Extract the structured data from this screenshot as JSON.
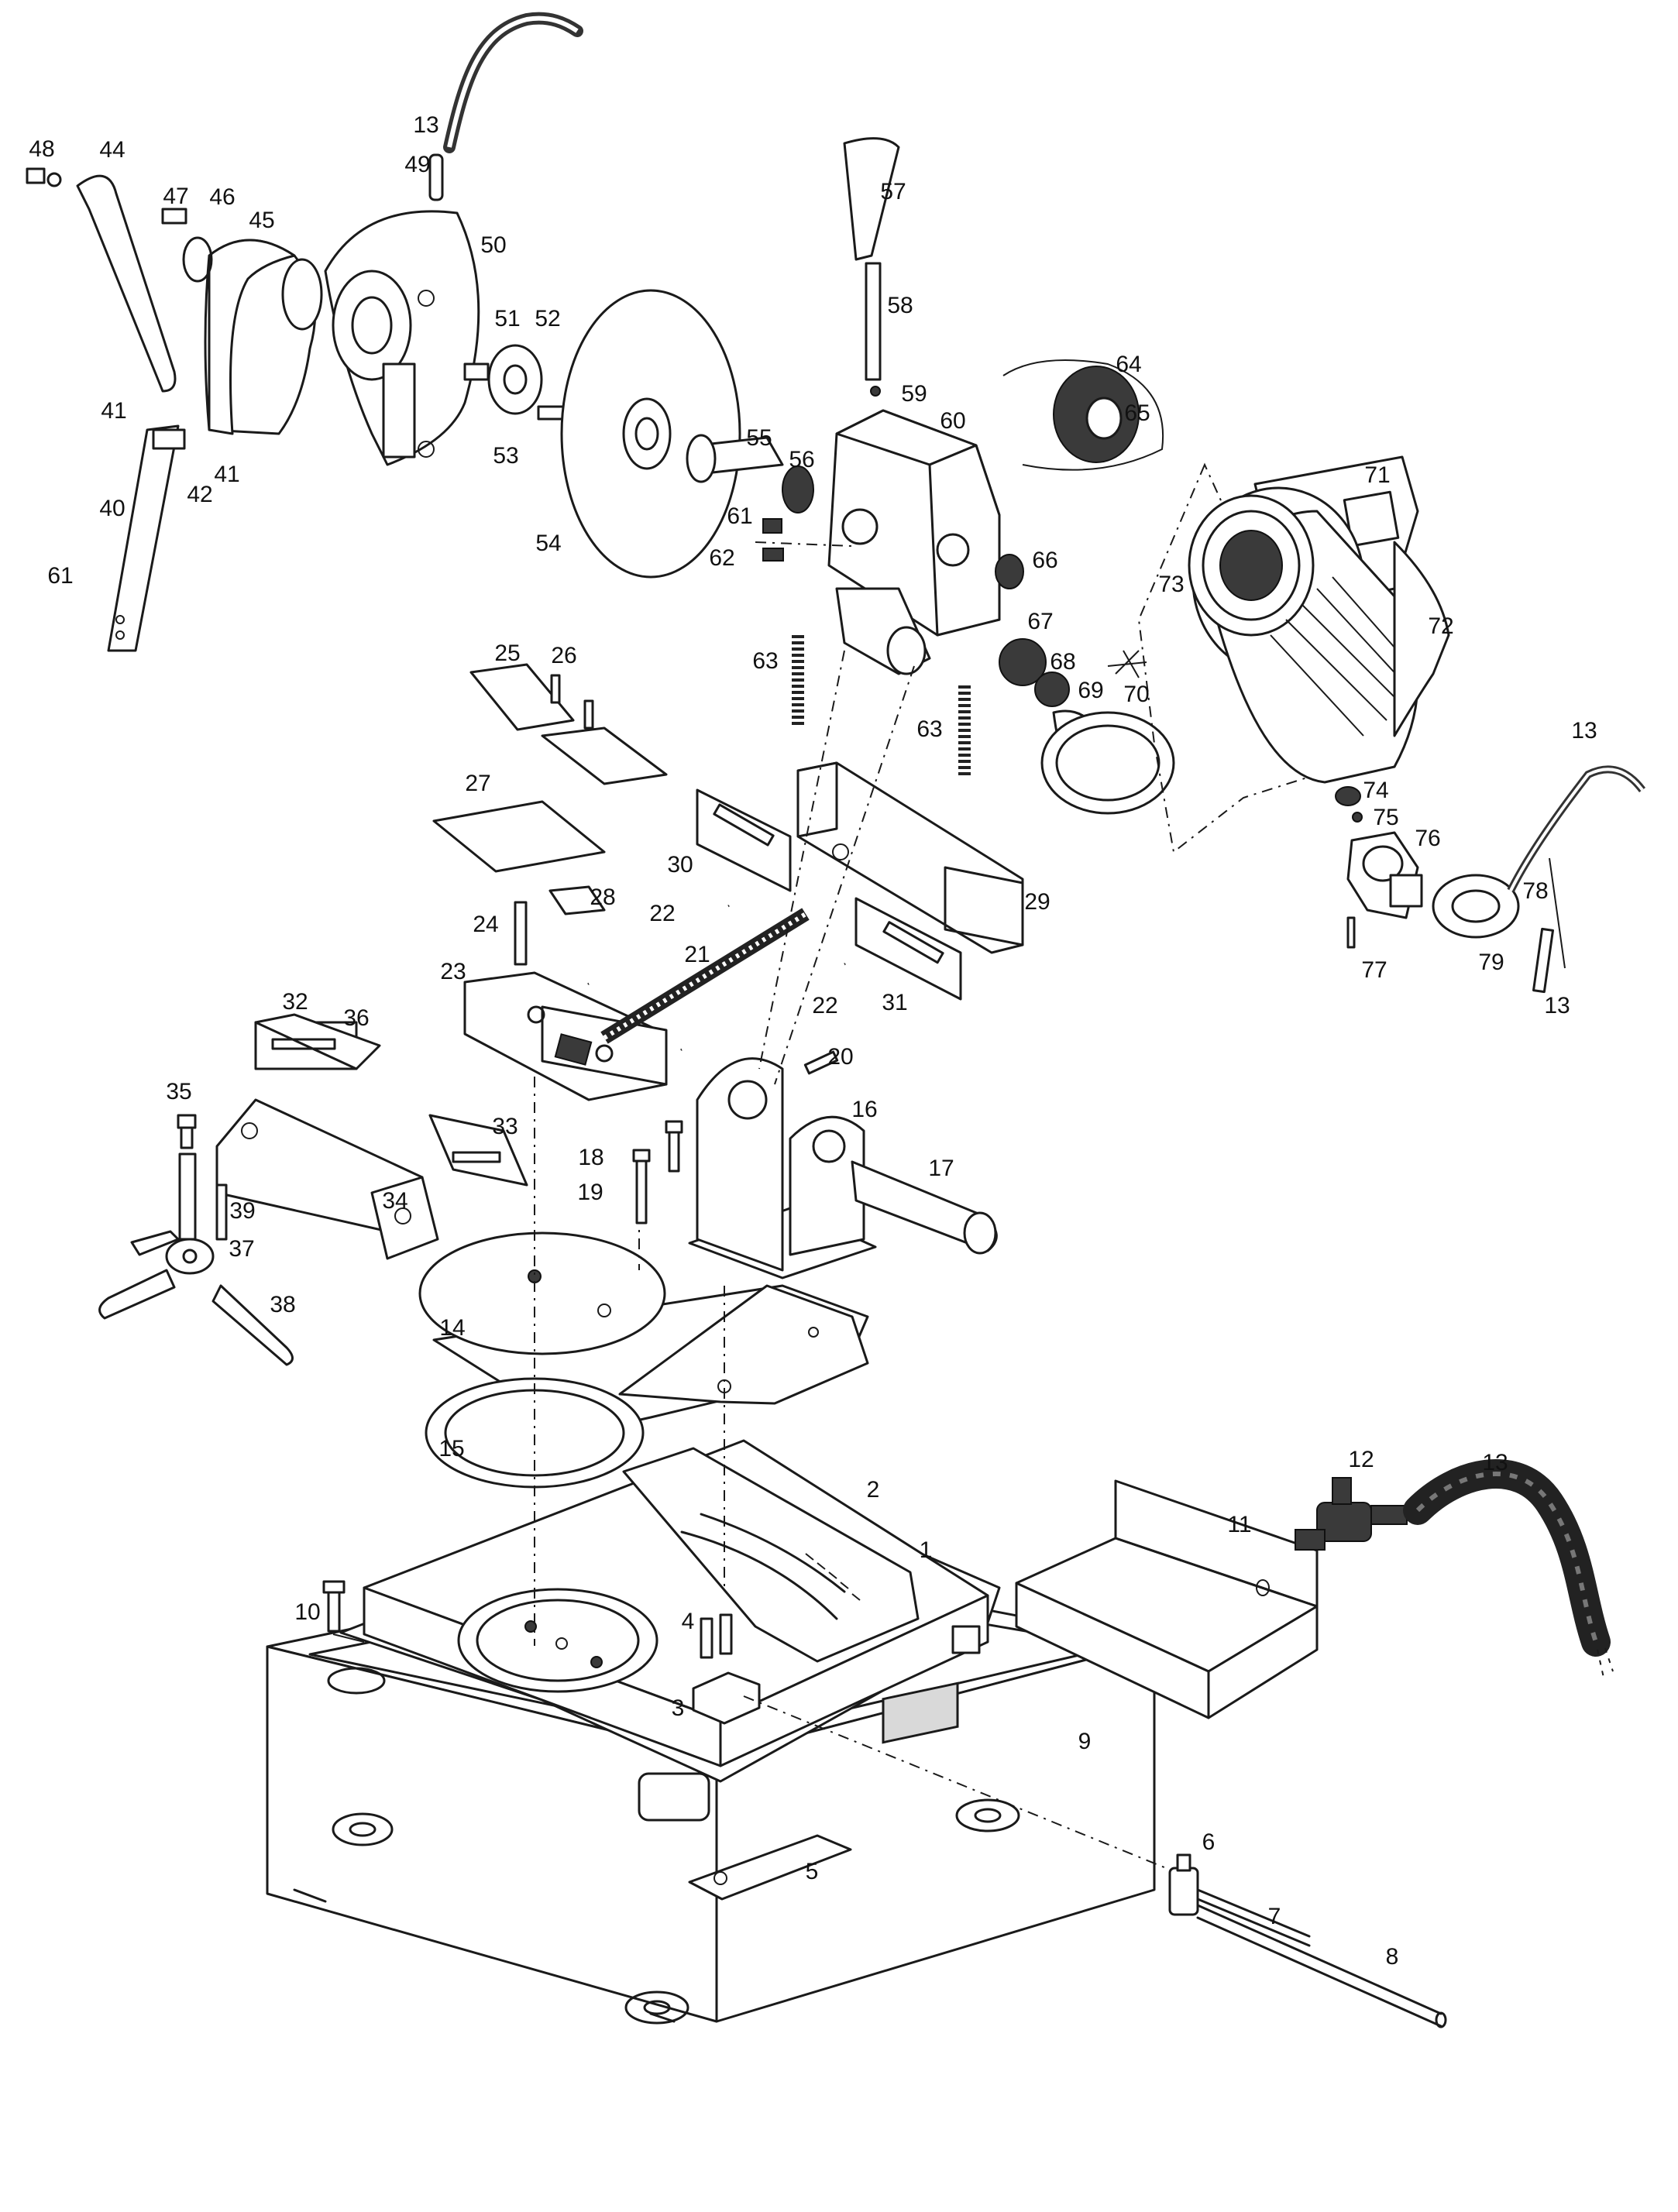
{
  "figure": {
    "type": "exploded parts diagram",
    "callouts": [
      "1",
      "2",
      "3",
      "4",
      "5",
      "6",
      "7",
      "8",
      "9",
      "10",
      "11",
      "12",
      "13",
      "13",
      "13",
      "13",
      "14",
      "15",
      "16",
      "17",
      "18",
      "19",
      "20",
      "21",
      "22",
      "22",
      "23",
      "24",
      "25",
      "26",
      "27",
      "28",
      "29",
      "30",
      "31",
      "32",
      "33",
      "34",
      "35",
      "36",
      "37",
      "38",
      "39",
      "40",
      "41",
      "41",
      "42",
      "44",
      "45",
      "46",
      "47",
      "48",
      "49",
      "50",
      "51",
      "52",
      "53",
      "54",
      "55",
      "56",
      "57",
      "58",
      "59",
      "60",
      "61",
      "61",
      "62",
      "63",
      "63",
      "64",
      "65",
      "66",
      "67",
      "68",
      "69",
      "70",
      "71",
      "72",
      "73",
      "74",
      "75",
      "76",
      "77",
      "78",
      "79"
    ]
  }
}
